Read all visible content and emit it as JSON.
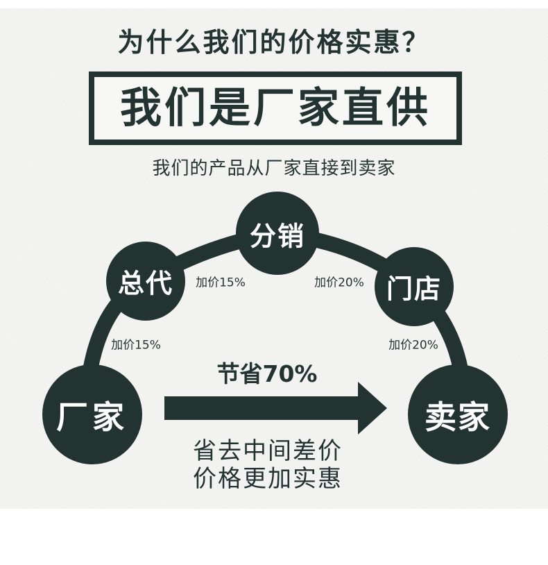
{
  "header": {
    "title": "为什么我们的价格实惠？",
    "headline": "我们是厂家直供",
    "subtitle": "我们的产品从厂家直接到卖家"
  },
  "diagram": {
    "nodes": [
      {
        "id": "factory",
        "label": "厂家"
      },
      {
        "id": "general-agent",
        "label": "总代"
      },
      {
        "id": "distributor",
        "label": "分销"
      },
      {
        "id": "store",
        "label": "门店"
      },
      {
        "id": "seller",
        "label": "卖家"
      }
    ],
    "markups": [
      {
        "between": "factory-general-agent",
        "label": "加价15%"
      },
      {
        "between": "general-agent-distributor",
        "label": "加价15%"
      },
      {
        "between": "distributor-store",
        "label": "加价20%"
      },
      {
        "between": "store-seller",
        "label": "加价20%"
      }
    ],
    "savings": {
      "title": "节省70%",
      "line1": "省去中间差价",
      "line2": "价格更加实惠"
    },
    "colors": {
      "primary": "#223332",
      "node_text": "#ffffff",
      "background": "#f4f4f3"
    }
  }
}
